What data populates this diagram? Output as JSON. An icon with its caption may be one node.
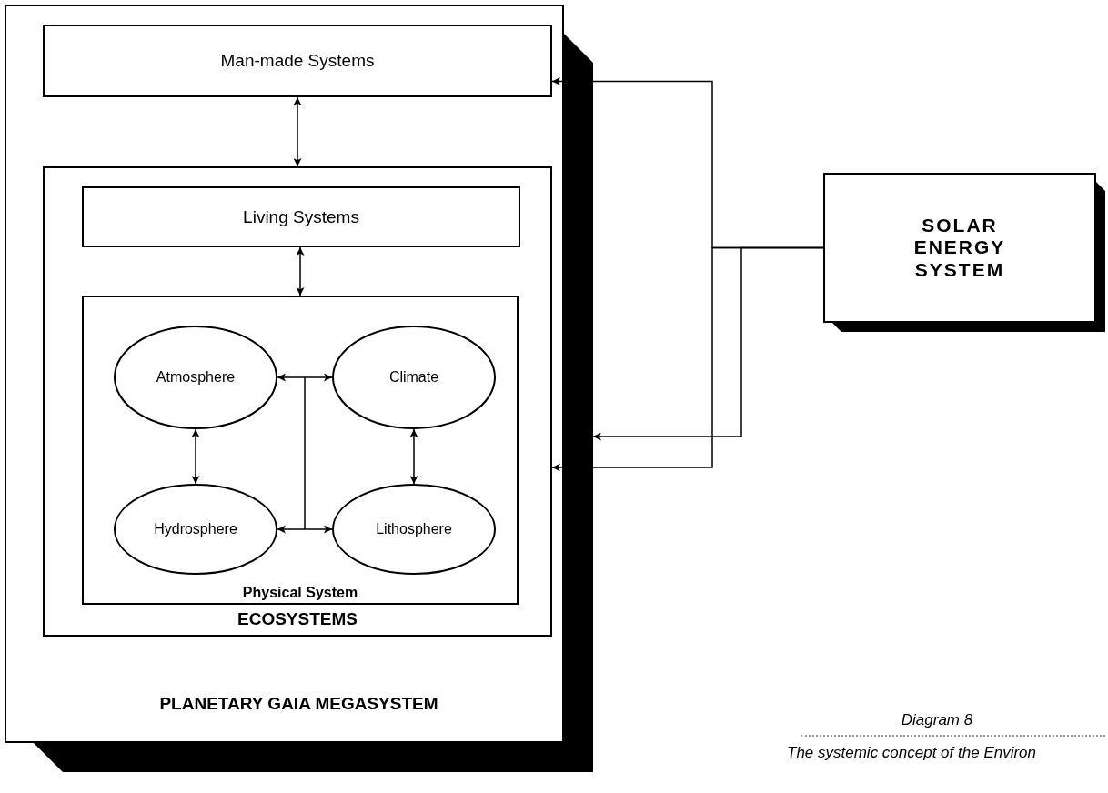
{
  "diagram": {
    "nodes": [
      {
        "text": [
          "PLANETARY GAIA MEGASYSTEM"
        ]
      },
      {
        "text": [
          "Man-made Systems"
        ],
        "in": 0
      },
      {
        "text": [
          "ECOSYSTEMS"
        ],
        "in": 0
      },
      {
        "text": [
          "Living Systems"
        ],
        "in": 2
      },
      {
        "text": [
          "Physical System"
        ],
        "in": 2
      },
      {
        "text": [
          "Atmosphere"
        ],
        "in": 4
      },
      {
        "text": [
          "Climate"
        ],
        "in": 4
      },
      {
        "text": [
          "Hydrosphere"
        ],
        "in": 4
      },
      {
        "text": [
          "Lithosphere"
        ],
        "in": 4
      },
      {
        "text": [
          "SOLAR ENERGY SYSTEM"
        ]
      }
    ],
    "edges": [
      {
        "from": 1,
        "to": 2,
        "arrow": "both"
      },
      {
        "from": 3,
        "to": 4,
        "arrow": "both"
      },
      {
        "from": 5,
        "to": 6,
        "arrow": "both"
      },
      {
        "from": 5,
        "to": 7,
        "arrow": "both"
      },
      {
        "from": 6,
        "to": 8,
        "arrow": "both"
      },
      {
        "from": 7,
        "to": 8,
        "arrow": "both"
      },
      {
        "from": 9,
        "to": 1,
        "arrow": "to"
      },
      {
        "from": 9,
        "to": 0,
        "arrow": "to"
      },
      {
        "from": 9,
        "to": 2,
        "arrow": "to"
      }
    ],
    "labels": [
      "Diagram 8",
      "The systemic concept of the Environ"
    ]
  }
}
